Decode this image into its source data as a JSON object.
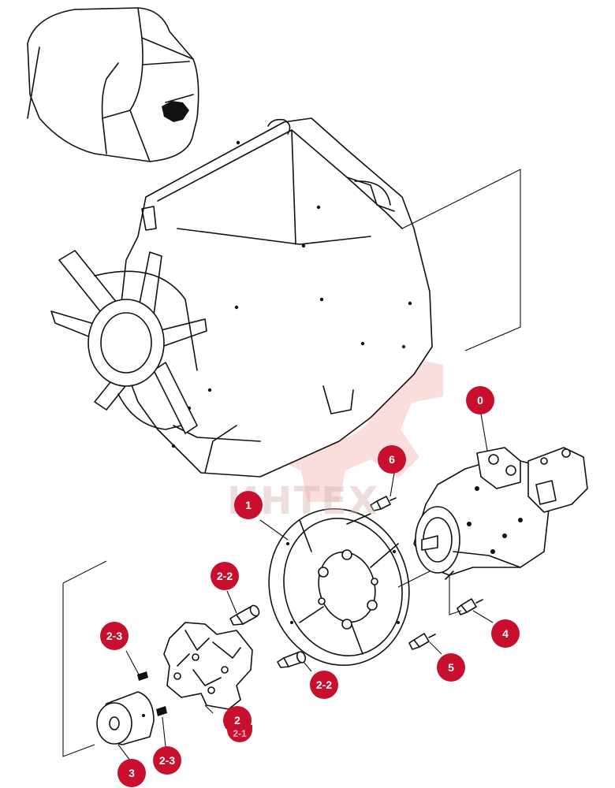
{
  "watermark": {
    "text": "ИНТЕХ",
    "color": "#f2b4b4"
  },
  "callouts": [
    {
      "id": "c0",
      "label": "0"
    },
    {
      "id": "c1",
      "label": "1"
    },
    {
      "id": "c6",
      "label": "6"
    },
    {
      "id": "c2-2a",
      "label": "2-2"
    },
    {
      "id": "c2-3a",
      "label": "2-3"
    },
    {
      "id": "c2-2b",
      "label": "2-2"
    },
    {
      "id": "c2",
      "label": "2"
    },
    {
      "id": "c2-1",
      "label": "2-1"
    },
    {
      "id": "c3",
      "label": "3"
    },
    {
      "id": "c2-3b",
      "label": "2-3"
    },
    {
      "id": "c4",
      "label": "4"
    },
    {
      "id": "c5",
      "label": "5"
    }
  ],
  "colors": {
    "badge": "#c8102e",
    "line": "#111111"
  }
}
